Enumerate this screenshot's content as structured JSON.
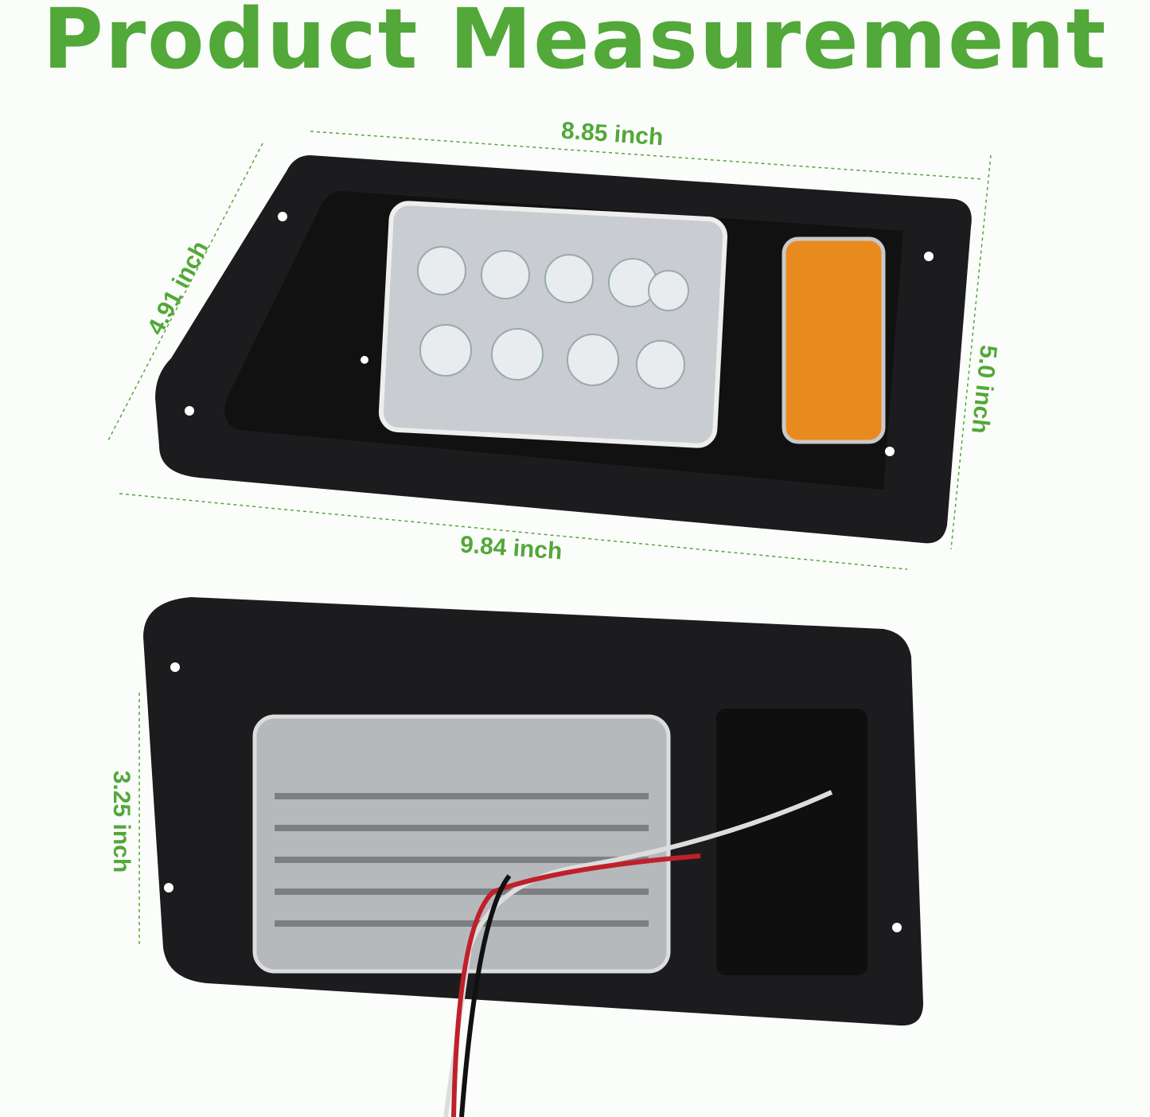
{
  "title": "Product Measurement",
  "colors": {
    "accent": "#52a838",
    "housing": "#1c1c1e",
    "amber": "#e98a1f"
  },
  "dimensions": {
    "top_width": "8.85 inch",
    "bottom_width": "9.84 inch",
    "left_height": "4.91 inch",
    "right_height": "5.0 inch",
    "back_height": "3.25 inch"
  }
}
